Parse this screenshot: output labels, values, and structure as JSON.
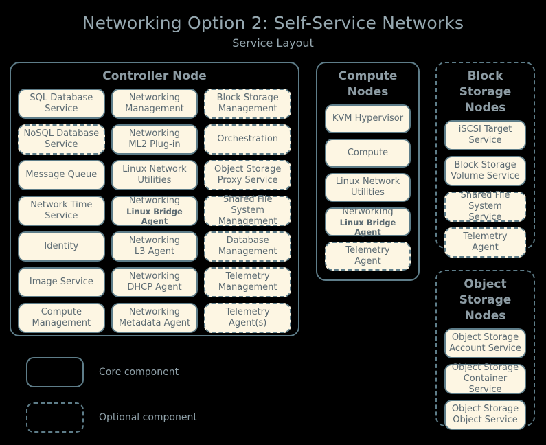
{
  "header": {
    "title": "Networking Option 2: Self-Service Networks",
    "subtitle": "Service Layout",
    "title_color": "#96a8b0"
  },
  "theme": {
    "background": "#000000",
    "box_fill": "#fdf6e3",
    "box_border": "#5e7d89",
    "box_text": "#5b6a72",
    "group_title_text": "#8d9ca4",
    "legend_text": "#8fa0a8"
  },
  "groups": [
    {
      "id": "controller",
      "title": "Controller Node",
      "border_style": "solid",
      "services": [
        {
          "line1": "SQL Database",
          "line2": "Service",
          "style": "solid"
        },
        {
          "line1": "Networking",
          "line2": "Management",
          "style": "solid"
        },
        {
          "line1": "Block Storage",
          "line2": "Management",
          "style": "dashed"
        },
        {
          "line1": "NoSQL Database",
          "line2": "Service",
          "style": "dashed"
        },
        {
          "line1": "Networking",
          "line2": "ML2 Plug-in",
          "style": "solid"
        },
        {
          "line1": "Orchestration",
          "line2": "",
          "style": "dashed"
        },
        {
          "line1": "Message Queue",
          "line2": "",
          "style": "solid"
        },
        {
          "line1": "Linux Network",
          "line2": "Utilities",
          "style": "solid"
        },
        {
          "line1": "Object Storage",
          "line2": "Proxy Service",
          "style": "dashed"
        },
        {
          "line1": "Network Time",
          "line2": "Service",
          "style": "solid"
        },
        {
          "line1": "Networking",
          "line2": "Linux Bridge Agent",
          "style": "solid",
          "line2_small": true
        },
        {
          "line1": "Shared File System",
          "line2": "Management",
          "style": "dashed"
        },
        {
          "line1": "Identity",
          "line2": "",
          "style": "solid"
        },
        {
          "line1": "Networking",
          "line2": "L3 Agent",
          "style": "solid"
        },
        {
          "line1": "Database",
          "line2": "Management",
          "style": "dashed"
        },
        {
          "line1": "Image Service",
          "line2": "",
          "style": "solid"
        },
        {
          "line1": "Networking",
          "line2": "DHCP Agent",
          "style": "solid"
        },
        {
          "line1": "Telemetry",
          "line2": "Management",
          "style": "dashed"
        },
        {
          "line1": "Compute",
          "line2": "Management",
          "style": "solid"
        },
        {
          "line1": "Networking",
          "line2": "Metadata Agent",
          "style": "solid"
        },
        {
          "line1": "Telemetry",
          "line2": "Agent(s)",
          "style": "dashed"
        }
      ]
    },
    {
      "id": "compute",
      "title": "Compute Nodes",
      "border_style": "solid",
      "services": [
        {
          "line1": "KVM Hypervisor",
          "line2": "",
          "style": "solid"
        },
        {
          "line1": "Compute",
          "line2": "",
          "style": "solid"
        },
        {
          "line1": "Linux Network",
          "line2": "Utilities",
          "style": "solid"
        },
        {
          "line1": "Networking",
          "line2": "Linux Bridge Agent",
          "style": "solid",
          "line2_small": true
        },
        {
          "line1": "Telemetry",
          "line2": "Agent",
          "style": "dashed"
        }
      ]
    },
    {
      "id": "block",
      "title": "Block Storage Nodes",
      "border_style": "dashed",
      "services": [
        {
          "line1": "iSCSI Target",
          "line2": "Service",
          "style": "solid"
        },
        {
          "line1": "Block Storage",
          "line2": "Volume Service",
          "style": "solid"
        },
        {
          "line1": "Shared File System",
          "line2": "Service",
          "style": "dashed"
        },
        {
          "line1": "Telemetry",
          "line2": "Agent",
          "style": "dashed"
        }
      ]
    },
    {
      "id": "object",
      "title": "Object Storage Nodes",
      "border_style": "dashed",
      "services": [
        {
          "line1": "Object Storage",
          "line2": "Account Service",
          "style": "solid"
        },
        {
          "line1": "Object Storage",
          "line2": "Container Service",
          "style": "solid"
        },
        {
          "line1": "Object Storage",
          "line2": "Object Service",
          "style": "solid"
        }
      ]
    }
  ],
  "legend": {
    "items": [
      {
        "label": "Core component",
        "style": "solid"
      },
      {
        "label": "Optional component",
        "style": "dashed"
      }
    ]
  }
}
